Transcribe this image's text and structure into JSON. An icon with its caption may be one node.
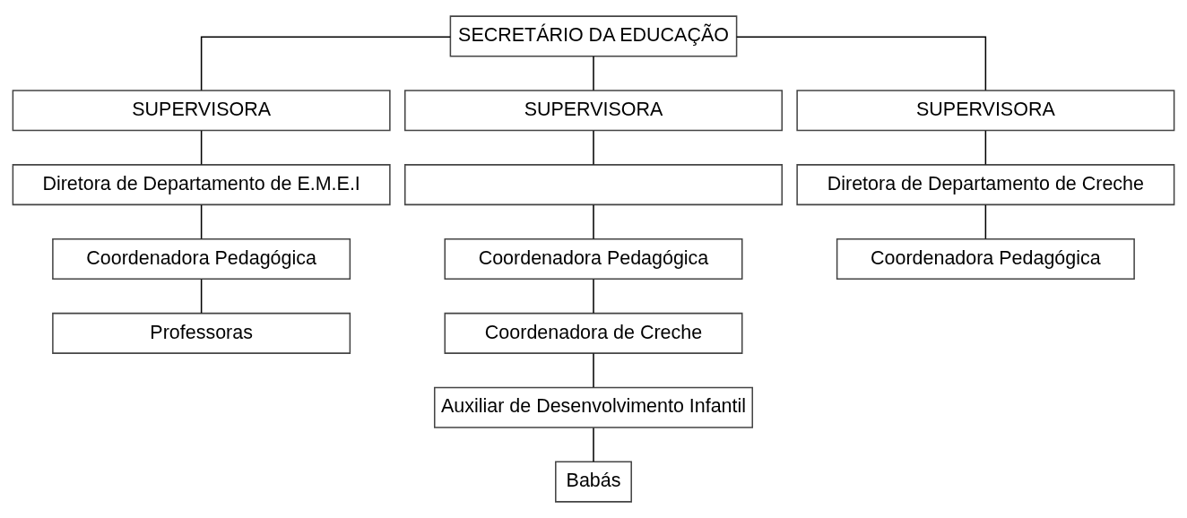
{
  "diagram": {
    "nodes": [
      {
        "text": [
          "SECRETÁRIO DA EDUCAÇÃO"
        ]
      },
      {
        "text": [
          "SUPERVISORA"
        ]
      },
      {
        "text": [
          "SUPERVISORA"
        ]
      },
      {
        "text": [
          "SUPERVISORA"
        ]
      },
      {
        "text": [
          "Diretora de Departamento de E.M.E.I"
        ]
      },
      {
        "text": [],
        "shape": "box"
      },
      {
        "text": [
          "Diretora de Departamento de Creche"
        ]
      },
      {
        "text": [
          "Coordenadora Pedagógica"
        ]
      },
      {
        "text": [
          "Coordenadora Pedagógica"
        ]
      },
      {
        "text": [
          "Coordenadora Pedagógica"
        ]
      },
      {
        "text": [
          "Professoras"
        ]
      },
      {
        "text": [
          "Coordenadora de Creche"
        ]
      },
      {
        "text": [
          "Auxiliar de Desenvolvimento Infantil"
        ]
      },
      {
        "text": [
          "Babás"
        ]
      }
    ],
    "edges": [
      {
        "from": 0,
        "to": 1,
        "arrow": "none"
      },
      {
        "from": 0,
        "to": 2,
        "arrow": "none"
      },
      {
        "from": 0,
        "to": 3,
        "arrow": "none"
      },
      {
        "from": 1,
        "to": 4,
        "arrow": "none"
      },
      {
        "from": 2,
        "to": 5,
        "arrow": "none"
      },
      {
        "from": 3,
        "to": 6,
        "arrow": "none"
      },
      {
        "from": 4,
        "to": 7,
        "arrow": "none"
      },
      {
        "from": 5,
        "to": 8,
        "arrow": "none"
      },
      {
        "from": 6,
        "to": 9,
        "arrow": "none"
      },
      {
        "from": 7,
        "to": 10,
        "arrow": "none"
      },
      {
        "from": 8,
        "to": 11,
        "arrow": "none"
      },
      {
        "from": 11,
        "to": 12,
        "arrow": "none"
      },
      {
        "from": 12,
        "to": 13,
        "arrow": "none"
      }
    ]
  }
}
